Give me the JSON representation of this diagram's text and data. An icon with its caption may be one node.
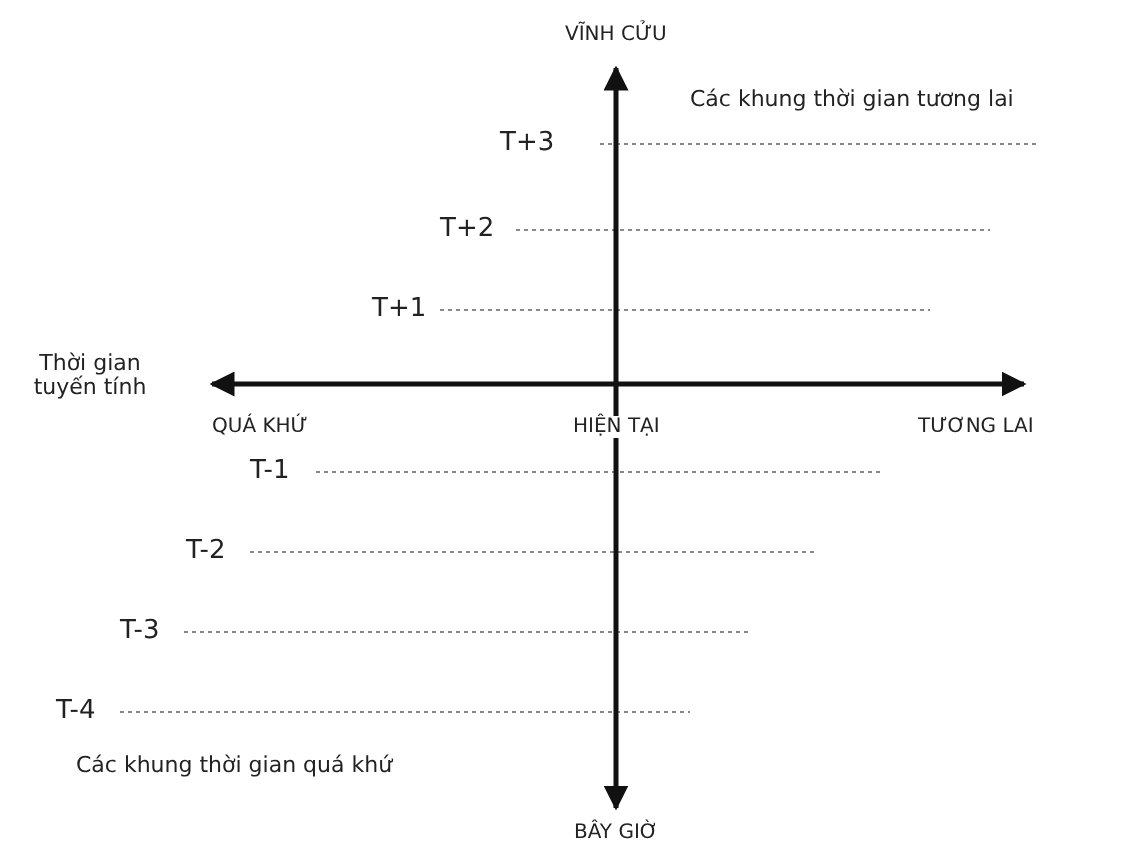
{
  "diagram": {
    "labels": [
      "VĨNH CỬU",
      "Các khung thời gian tương lai",
      "T+3",
      "T+2",
      "T+1",
      "Thời gian tuyến tính",
      "QUÁ KHỨ",
      "HIỆN TẠI",
      "TƯƠNG LAI",
      "T-1",
      "T-2",
      "T-3",
      "T-4",
      "Các khung thời gian quá khứ",
      "BÂY GIỜ"
    ]
  }
}
